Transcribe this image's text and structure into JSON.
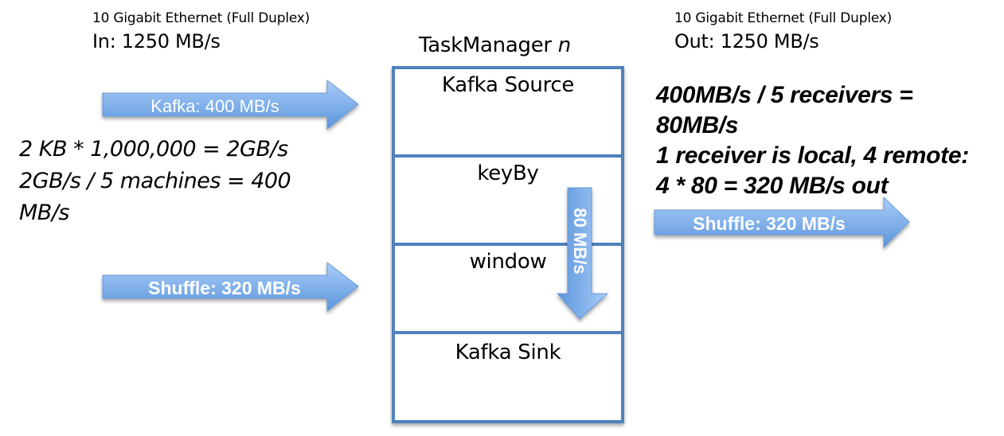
{
  "left_network": {
    "title": "10 Gigabit Ethernet (Full Duplex)",
    "rate": "In: 1250 MB/s"
  },
  "right_network": {
    "title": "10 Gigabit Ethernet (Full Duplex)",
    "rate": "Out: 1250 MB/s"
  },
  "task_manager": {
    "title": "TaskManager ",
    "title_suffix": "n",
    "operators": [
      "Kafka Source",
      "keyBy",
      "window",
      "Kafka Sink"
    ]
  },
  "arrows": {
    "kafka_in": "Kafka: 400 MB/s",
    "shuffle_in": "Shuffle: 320 MB/s",
    "shuffle_out": "Shuffle: 320 MB/s",
    "internal": "80 MB/s"
  },
  "left_calc": {
    "lines": [
      "2 KB * 1,000,000 = 2GB/s",
      "2GB/s / 5 machines = 400",
      "MB/s"
    ]
  },
  "right_calc": {
    "lines": [
      "400MB/s / 5 receivers =",
      "80MB/s",
      "1 receiver is local, 4 remote:",
      "4 * 80 = 320 MB/s out"
    ]
  },
  "colors": {
    "box_border": "#4f81bd",
    "arrow_light": "#9dc3f5",
    "arrow_dark": "#4a86d6",
    "text": "#000000"
  }
}
